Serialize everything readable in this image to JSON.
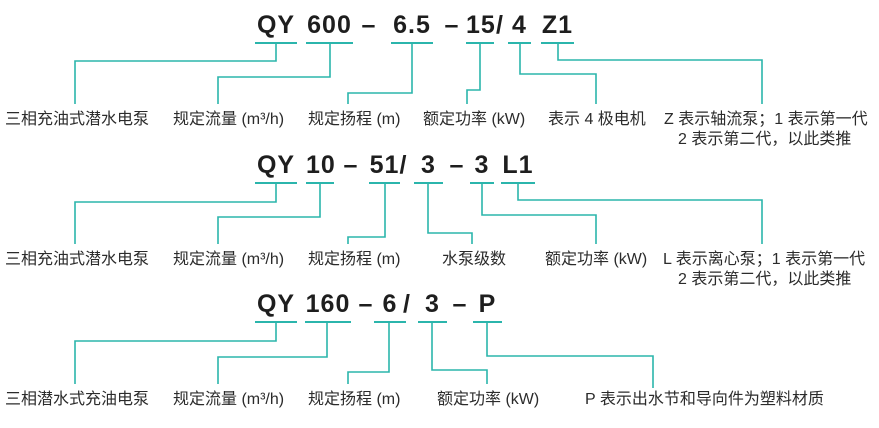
{
  "accent_color": "#2bb5ac",
  "title_color": "#1e1e1e",
  "label_color": "#2b2b2b",
  "diagrams": [
    {
      "name": "oil-filled-submersible-pump-axial",
      "title_tokens": [
        "QY",
        "600",
        "–",
        "6.5",
        "–",
        "15",
        "/",
        "4",
        "Z1"
      ],
      "labels": [
        "三相充油式潜水电泵",
        "规定流量 (m³/h)",
        "规定扬程 (m)",
        "额定功率 (kW)",
        "表示 4 极电机",
        "Z 表示轴流泵；1 表示第一代",
        "2 表示第二代，以此类推"
      ]
    },
    {
      "name": "oil-filled-submersible-pump-centrifugal",
      "title_tokens": [
        "QY",
        "10",
        "–",
        "51",
        "/",
        "3",
        "–",
        "3",
        "L1"
      ],
      "labels": [
        "三相充油式潜水电泵",
        "规定流量 (m³/h)",
        "规定扬程 (m)",
        "水泵级数",
        "额定功率 (kW)",
        "L 表示离心泵；1 表示第一代",
        "2 表示第二代，以此类推"
      ]
    },
    {
      "name": "submersible-oil-filled-pump-plastic",
      "title_tokens": [
        "QY",
        "160",
        "–",
        "6",
        "/",
        "3",
        "–",
        "P"
      ],
      "labels": [
        "三相潜水式充油电泵",
        "规定流量 (m³/h)",
        "规定扬程 (m)",
        "额定功率 (kW)",
        "P 表示出水节和导向件为塑料材质"
      ]
    }
  ]
}
